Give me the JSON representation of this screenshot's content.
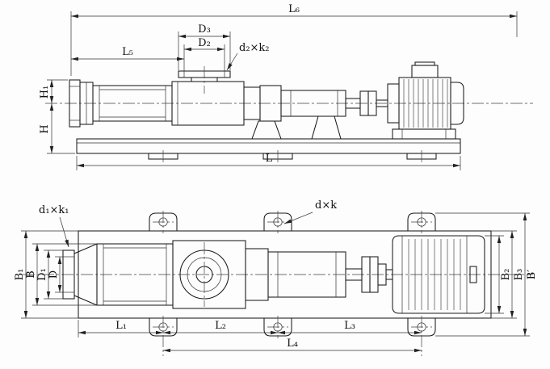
{
  "labels": {
    "l6": "L₆",
    "d3": "D₃",
    "d2": "D₂",
    "l5": "L₅",
    "d2k2": "d₂×k₂",
    "h1": "H₁",
    "h": "H",
    "l": "L",
    "d1k1": "d₁×k₁",
    "dk": "d×k",
    "b1": "B₁",
    "b": "B",
    "d1": "D₁",
    "d": "D",
    "b2": "B₂",
    "b3": "B₃",
    "bp": "B′",
    "l1": "L₁",
    "l2": "L₂",
    "l3": "L₃",
    "l4": "L₄"
  }
}
